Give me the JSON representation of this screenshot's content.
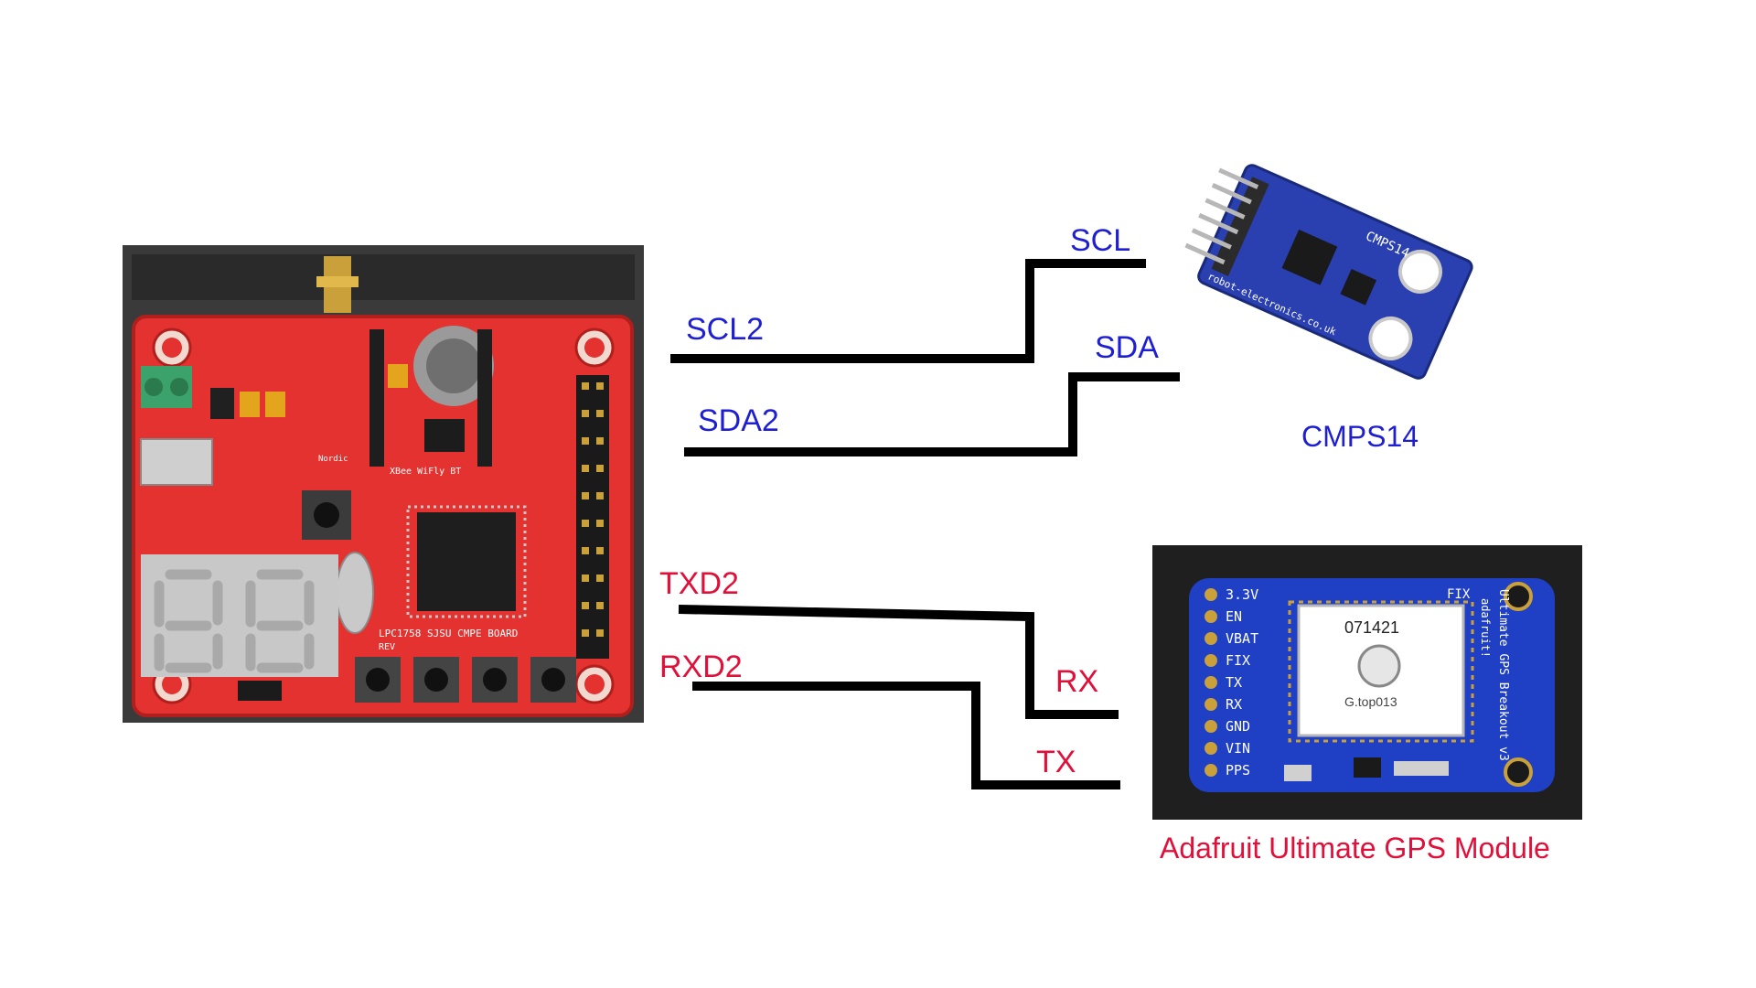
{
  "boards": {
    "sjsu": {
      "silk_title": "LPC1758 SJSU CMPE BOARD",
      "silk_rev": "REV",
      "xbee": "XBee WiFly BT",
      "nordic": "Nordic"
    },
    "cmps14": {
      "caption": "CMPS14",
      "silk": "CMPS14",
      "site": "robot-electronics.co.uk"
    },
    "gps": {
      "caption": "Adafruit Ultimate GPS Module",
      "module_code": "071421",
      "module_part": "G.top013",
      "title": "Ultimate GPS Breakout v3",
      "brand": "adafruit!",
      "fix": "FIX",
      "pins": [
        "3.3V",
        "EN",
        "VBAT",
        "FIX",
        "TX",
        "RX",
        "GND",
        "VIN",
        "PPS"
      ]
    }
  },
  "signals": {
    "scl2": "SCL2",
    "sda2": "SDA2",
    "scl": "SCL",
    "sda": "SDA",
    "txd2": "TXD2",
    "rxd2": "RXD2",
    "rx": "RX",
    "tx": "TX"
  },
  "colors": {
    "i2c": "#1e1ed2",
    "uart": "#e0103a",
    "wire": "#000000"
  }
}
